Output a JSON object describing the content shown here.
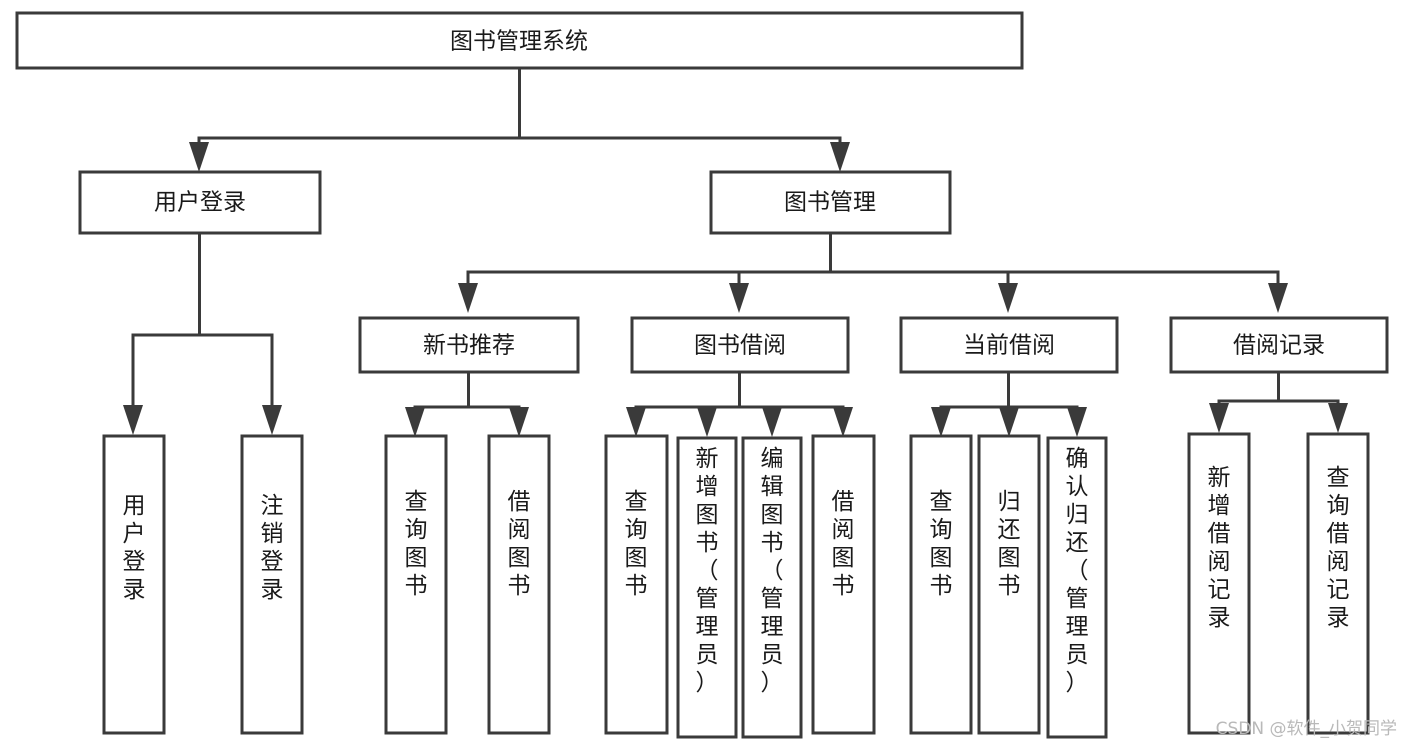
{
  "diagram": {
    "kind": "function-structure-tree",
    "title": "图书管理系统",
    "root": {
      "id": "root",
      "label": "图书管理系统"
    },
    "level2": [
      {
        "id": "user-login",
        "label": "用户登录"
      },
      {
        "id": "book-manage",
        "label": "图书管理"
      }
    ],
    "level3": [
      {
        "id": "new-book-recommend",
        "label": "新书推荐",
        "parent": "book-manage"
      },
      {
        "id": "book-borrow",
        "label": "图书借阅",
        "parent": "book-manage"
      },
      {
        "id": "current-borrow",
        "label": "当前借阅",
        "parent": "book-manage"
      },
      {
        "id": "borrow-record",
        "label": "借阅记录",
        "parent": "book-manage"
      }
    ],
    "leaves": [
      {
        "id": "leaf-user-login",
        "label": "用户登录",
        "parent": "user-login"
      },
      {
        "id": "leaf-logout-login",
        "label": "注销登录",
        "parent": "user-login"
      },
      {
        "id": "leaf-query-book-1",
        "label": "查询图书",
        "parent": "new-book-recommend"
      },
      {
        "id": "leaf-borrow-book-1",
        "label": "借阅图书",
        "parent": "new-book-recommend"
      },
      {
        "id": "leaf-query-book-2",
        "label": "查询图书",
        "parent": "book-borrow"
      },
      {
        "id": "leaf-add-book",
        "label": "新增图书（管理员）",
        "parent": "book-borrow"
      },
      {
        "id": "leaf-edit-book",
        "label": "编辑图书（管理员）",
        "parent": "book-borrow"
      },
      {
        "id": "leaf-borrow-book-2",
        "label": "借阅图书",
        "parent": "book-borrow"
      },
      {
        "id": "leaf-query-book-3",
        "label": "查询图书",
        "parent": "current-borrow"
      },
      {
        "id": "leaf-return-book",
        "label": "归还图书",
        "parent": "current-borrow"
      },
      {
        "id": "leaf-confirm-return",
        "label": "确认归还（管理员）",
        "parent": "current-borrow"
      },
      {
        "id": "leaf-add-record",
        "label": "新增借阅记录",
        "parent": "borrow-record"
      },
      {
        "id": "leaf-query-record",
        "label": "查询借阅记录",
        "parent": "borrow-record"
      }
    ]
  },
  "watermark": {
    "text": "CSDN @软件_小贺同学"
  },
  "colors": {
    "stroke": "#3a3a3a",
    "fill": "#ffffff",
    "text": "#1a1a1a",
    "watermark": "#b9b9b9"
  }
}
